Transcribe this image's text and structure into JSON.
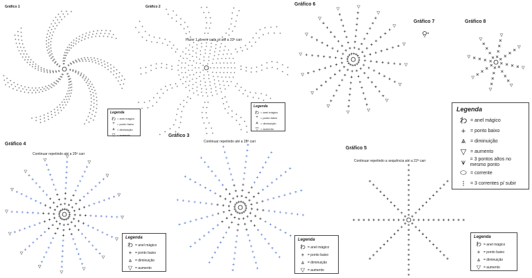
{
  "charts": [
    {
      "title": "Gráfico 1",
      "note": ""
    },
    {
      "title": "Gráfico 2",
      "note": "Fazer 1 pb em cada pt até a 33ª carr"
    },
    {
      "title": "Gráfico 3",
      "note": "Continuar repetindo até a 28ª carr"
    },
    {
      "title": "Gráfico 4",
      "note": "Continuar repetindo até a 25ª carr"
    },
    {
      "title": "Gráfico 5",
      "note": "Continuar repetindo a sequência até a 22ª carr"
    },
    {
      "title": "Gráfico 6",
      "note": ""
    },
    {
      "title": "Gráfico 7",
      "note": ""
    },
    {
      "title": "Gráfico 8",
      "note": ""
    }
  ],
  "legend": {
    "title": "Legenda",
    "items": [
      {
        "icon": "magic-ring-icon",
        "glyph": "わ",
        "label": "= anel mágico"
      },
      {
        "icon": "single-crochet-icon",
        "glyph": "+",
        "label": "= ponto baixo"
      },
      {
        "icon": "decrease-icon",
        "glyph": "⩓",
        "label": "= diminuição"
      },
      {
        "icon": "increase-icon",
        "glyph": "▽",
        "label": "= aumento"
      }
    ],
    "extra_items": [
      {
        "icon": "three-dc-same-stitch-icon",
        "glyph": "⩛",
        "label": "= 3 pontos altos no mesmo ponto"
      },
      {
        "icon": "chain-icon",
        "glyph": "⬭",
        "label": "= corrente"
      },
      {
        "icon": "three-chains-icon",
        "glyph": "⁝",
        "label": "= 3 correntes p/ subir"
      }
    ]
  },
  "colors": {
    "stitch_dark": "#333333",
    "stitch_blue": "#5a7fd6",
    "stitch_grey": "#777777"
  }
}
